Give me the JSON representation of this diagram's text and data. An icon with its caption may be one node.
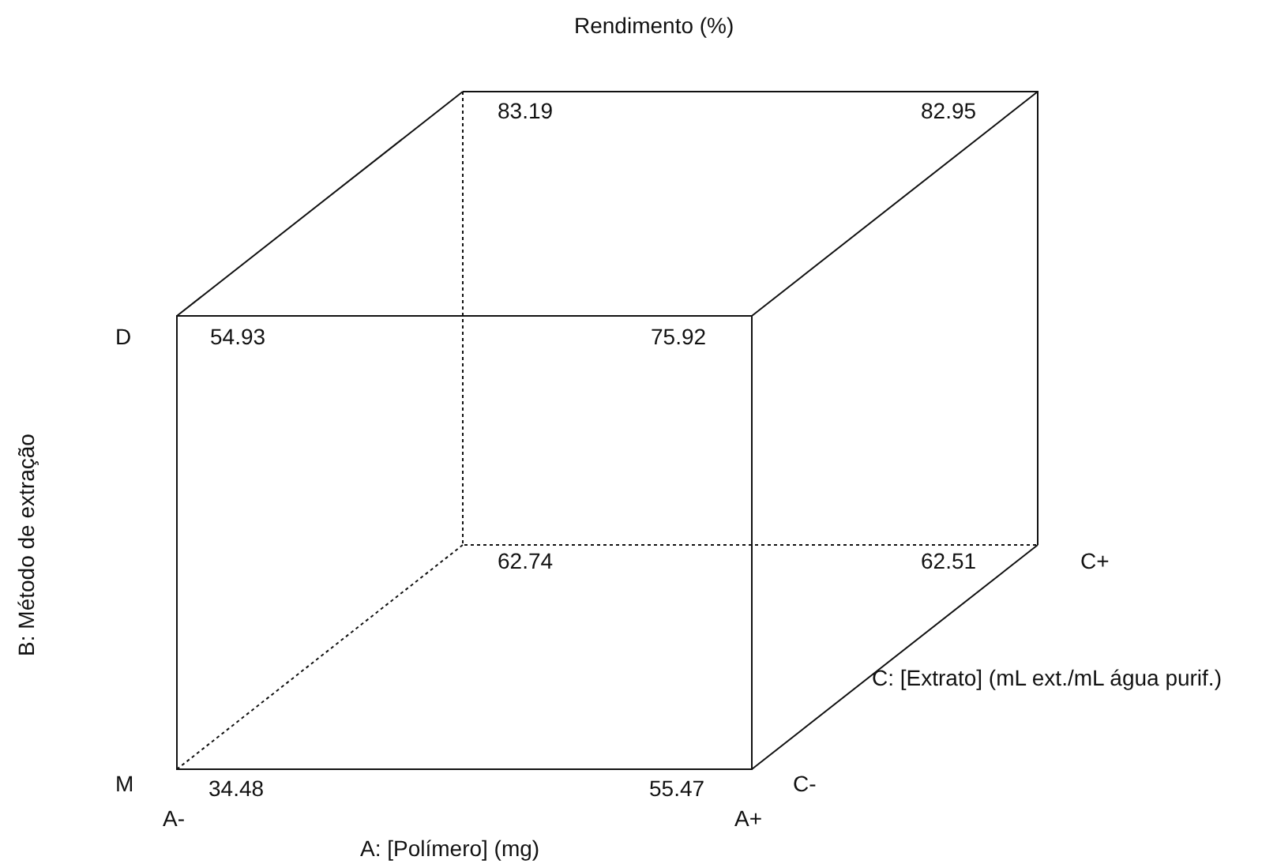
{
  "diagram": {
    "title": "Rendimento (%)",
    "labels": [
      "83.19",
      "82.95",
      "D",
      "54.93",
      "75.92",
      "B: Método de extração",
      "62.74",
      "62.51",
      "C+",
      "C: [Extrato] (mL ext./mL água purif.)",
      "M",
      "34.48",
      "55.47",
      "C-",
      "A-",
      "A+",
      "A: [Polímero] (mg)"
    ]
  }
}
